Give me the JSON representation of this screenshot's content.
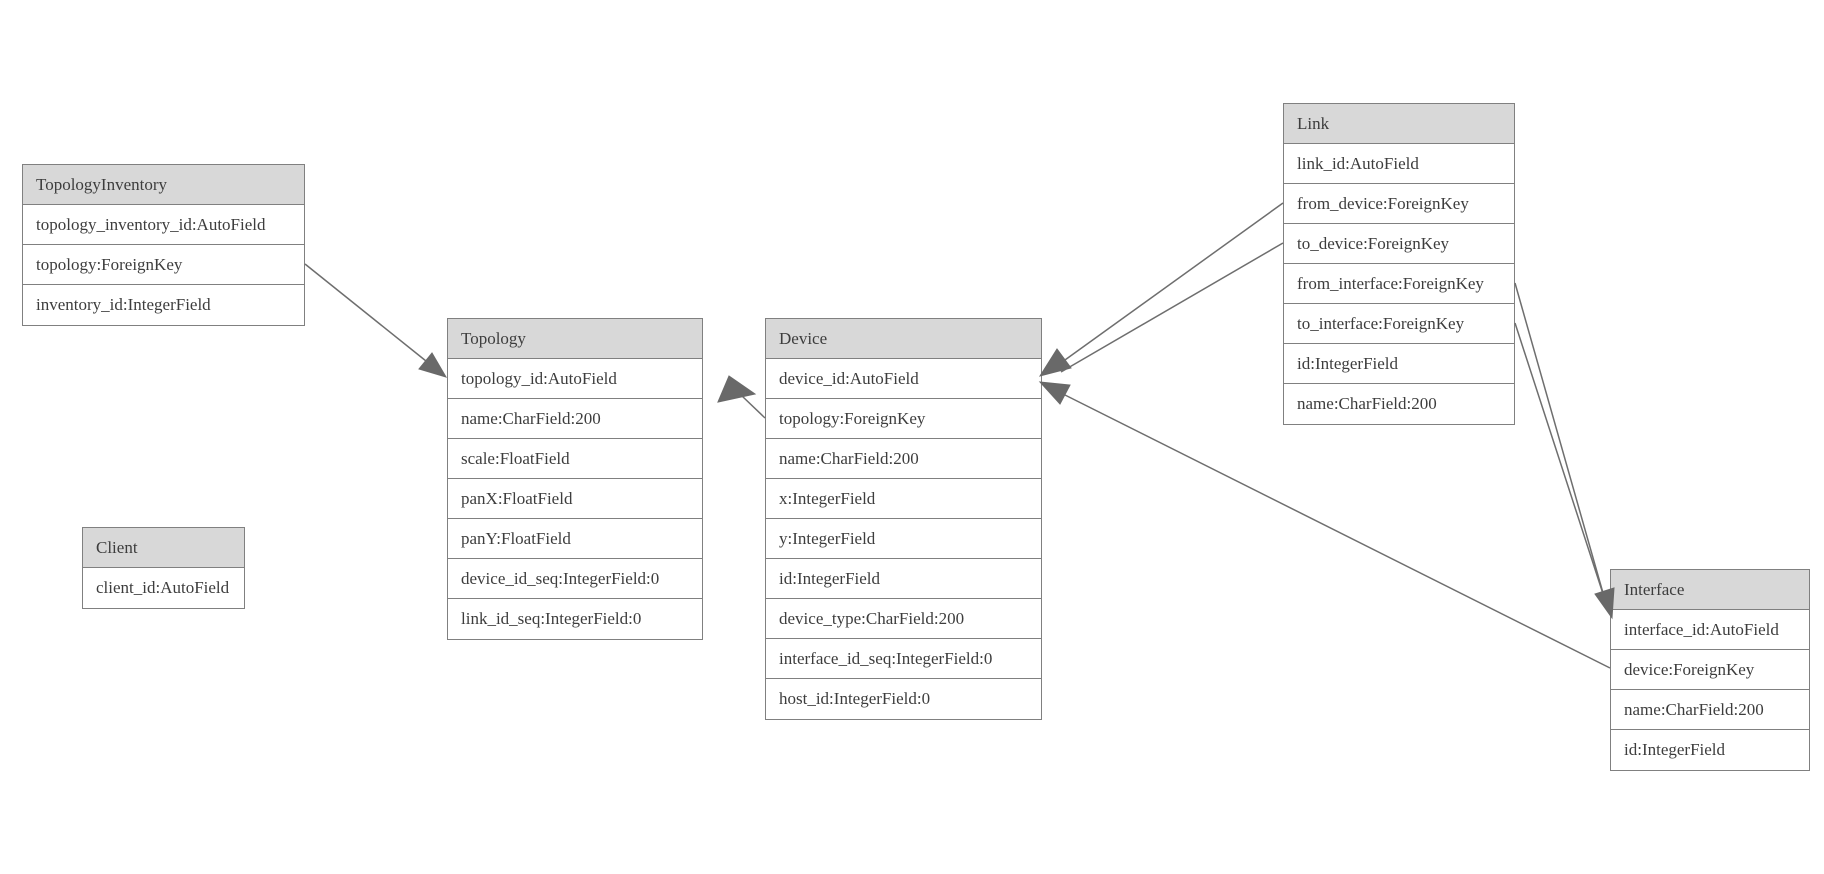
{
  "diagram": {
    "type": "entity-relationship-model",
    "colors": {
      "background": "#ffffff",
      "header_fill": "#d8d8d8",
      "box_border": "#808080",
      "relation_line": "#6e6e6e",
      "arrow_fill": "#696969",
      "text": "#3d3d3d"
    },
    "entities": [
      {
        "name": "TopologyInventory",
        "fields": [
          "topology_inventory_id:AutoField",
          "topology:ForeignKey",
          "inventory_id:IntegerField"
        ]
      },
      {
        "name": "Topology",
        "fields": [
          "topology_id:AutoField",
          "name:CharField:200",
          "scale:FloatField",
          "panX:FloatField",
          "panY:FloatField",
          "device_id_seq:IntegerField:0",
          "link_id_seq:IntegerField:0"
        ]
      },
      {
        "name": "Client",
        "fields": [
          "client_id:AutoField"
        ]
      },
      {
        "name": "Device",
        "fields": [
          "device_id:AutoField",
          "topology:ForeignKey",
          "name:CharField:200",
          "x:IntegerField",
          "y:IntegerField",
          "id:IntegerField",
          "device_type:CharField:200",
          "interface_id_seq:IntegerField:0",
          "host_id:IntegerField:0"
        ]
      },
      {
        "name": "Link",
        "fields": [
          "link_id:AutoField",
          "from_device:ForeignKey",
          "to_device:ForeignKey",
          "from_interface:ForeignKey",
          "to_interface:ForeignKey",
          "id:IntegerField",
          "name:CharField:200"
        ]
      },
      {
        "name": "Interface",
        "fields": [
          "interface_id:AutoField",
          "device:ForeignKey",
          "name:CharField:200",
          "id:IntegerField"
        ]
      }
    ],
    "relations": [
      {
        "from_entity": "TopologyInventory",
        "from_field": "topology",
        "to_entity": "Topology"
      },
      {
        "from_entity": "Device",
        "from_field": "topology",
        "to_entity": "Topology"
      },
      {
        "from_entity": "Link",
        "from_field": "from_device",
        "to_entity": "Device"
      },
      {
        "from_entity": "Link",
        "from_field": "to_device",
        "to_entity": "Device"
      },
      {
        "from_entity": "Link",
        "from_field": "from_interface",
        "to_entity": "Interface"
      },
      {
        "from_entity": "Link",
        "from_field": "to_interface",
        "to_entity": "Interface"
      },
      {
        "from_entity": "Interface",
        "from_field": "device",
        "to_entity": "Device"
      }
    ]
  }
}
